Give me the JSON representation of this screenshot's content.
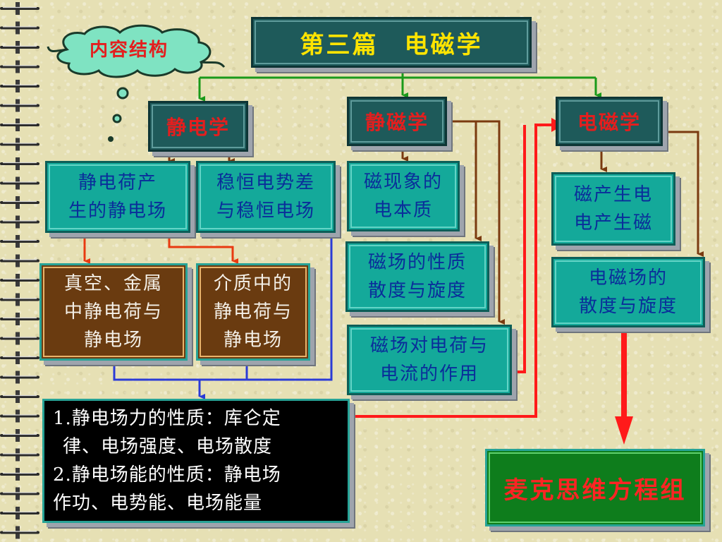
{
  "title": "第三篇　电磁学",
  "cloud_label": "内容结构",
  "branches": {
    "electrostatics": "静电学",
    "magnetostatics": "静磁学",
    "electromagnetism": "电磁学"
  },
  "nodes": {
    "static_charge_field_l1": "静电荷产",
    "static_charge_field_l2": "生的静电场",
    "steady_potential_l1": "稳恒电势差",
    "steady_potential_l2": "与稳恒电场",
    "vacuum_metal_l1": "真空、金属",
    "vacuum_metal_l2": "中静电荷与",
    "vacuum_metal_l3": "静电场",
    "dielectric_l1": "介质中的",
    "dielectric_l2": "静电荷与",
    "dielectric_l3": "静电场",
    "magnetic_essence_l1": "磁现象的",
    "magnetic_essence_l2": "电本质",
    "magnetic_props_l1": "磁场的性质",
    "magnetic_props_l2": "散度与旋度",
    "magnetic_force_l1": "磁场对电荷与",
    "magnetic_force_l2": "电流的作用",
    "mutual_induction_l1": "磁产生电",
    "mutual_induction_l2": "电产生磁",
    "em_field_l1": "电磁场的",
    "em_field_l2": "散度与旋度"
  },
  "summary": {
    "line1": "1.静电场力的性质：库仑定",
    "line2": "律、电场强度、电场散度",
    "line3": "2.静电场能的性质：静电场",
    "line4": "作功、电势能、电场能量"
  },
  "result": "麦克思维方程组",
  "colors": {
    "teal": "#14a99a",
    "dark_teal": "#1e5a5a",
    "brown": "#6a3b10",
    "green": "#0e7d1c",
    "red_arrow": "#ff1a1a",
    "blue_line": "#2b3bd6",
    "green_line": "#1a9a1a",
    "brown_line": "#7a3a10"
  }
}
